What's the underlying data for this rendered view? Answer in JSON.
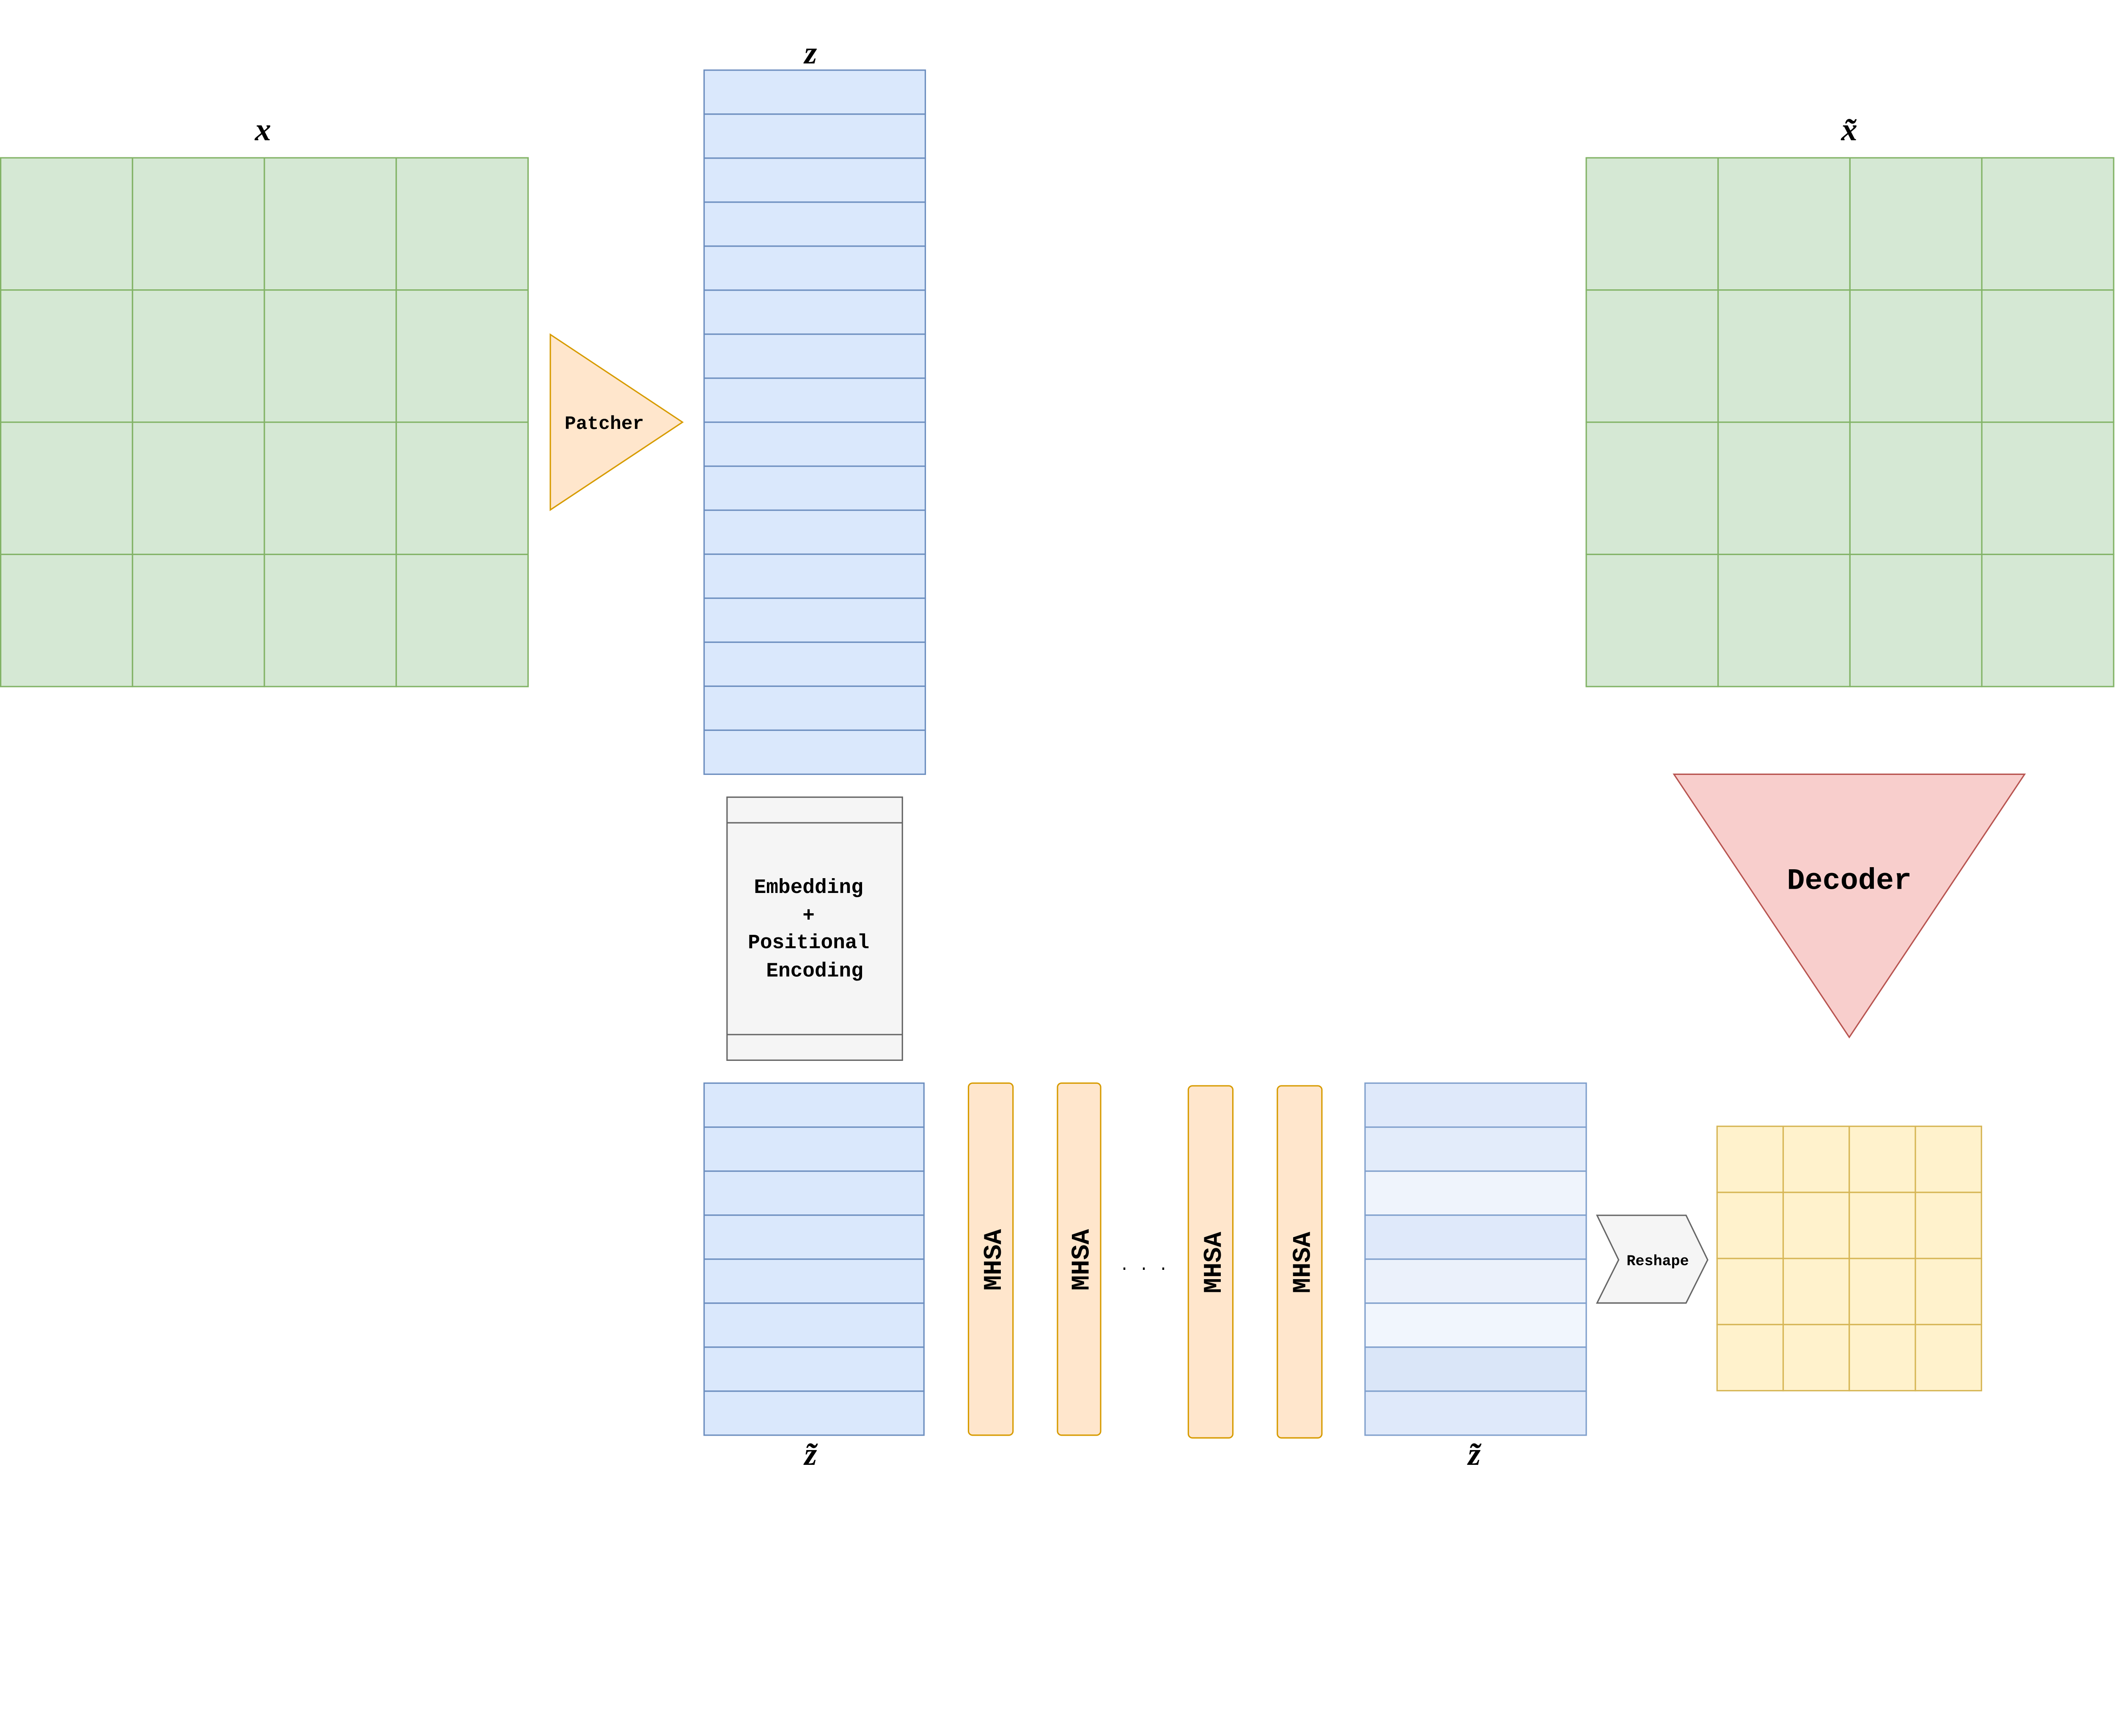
{
  "labels": {
    "input": "x",
    "tokens": "z",
    "tokens_out_left": "z̃",
    "tokens_out_right": "z̃",
    "reconstruction": "x̃",
    "ellipsis": "· · ·"
  },
  "blocks": {
    "patcher": "Patcher",
    "embedding": [
      "Embedding",
      "+",
      "Positional",
      "Encoding"
    ],
    "mhsa": [
      "MHSA",
      "MHSA",
      "MHSA",
      "MHSA"
    ],
    "reshape": "Reshape",
    "decoder": "Decoder"
  },
  "grids": {
    "input_rows": 4,
    "input_cols": 4,
    "token_rows": 16,
    "embedded_rows": 8,
    "output_token_fills": [
      "#dfe9fa",
      "#e3ecfa",
      "#eff4fc",
      "#dfe9fa",
      "#ebf1fb",
      "#f1f6fd",
      "#dae6f8",
      "#dfe9fa"
    ],
    "reshaped_rows": 4,
    "reshaped_cols": 4,
    "output_rows": 4,
    "output_cols": 4
  },
  "colors": {
    "green_fill": "#d5e8d4",
    "green_stroke": "#82b366",
    "blue_fill": "#dae8fc",
    "blue_stroke": "#6c8ebf",
    "orange_fill": "#ffe6cc",
    "orange_stroke": "#d79b00",
    "gray_fill": "#f5f5f5",
    "gray_stroke": "#666666",
    "yellow_fill": "#fff2cc",
    "yellow_stroke": "#d6b656",
    "red_fill": "#f8cecc",
    "red_stroke": "#b85450"
  }
}
